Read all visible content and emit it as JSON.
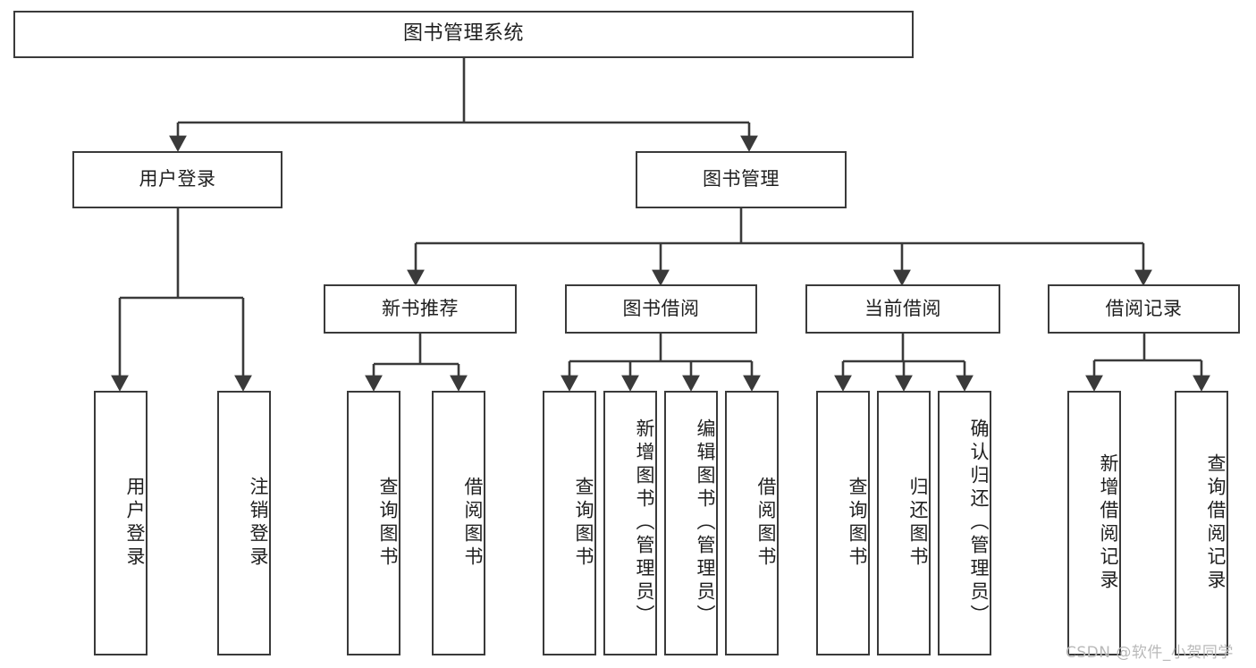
{
  "diagram": {
    "title": "图书管理系统",
    "type": "功能结构图",
    "root": {
      "label": "图书管理系统"
    },
    "level2": [
      {
        "label": "用户登录"
      },
      {
        "label": "图书管理"
      }
    ],
    "level3": [
      {
        "label": "新书推荐"
      },
      {
        "label": "图书借阅"
      },
      {
        "label": "当前借阅"
      },
      {
        "label": "借阅记录"
      }
    ],
    "leaves": {
      "user_login": [
        {
          "label": "用户登录"
        },
        {
          "label": "注销登录"
        }
      ],
      "new_book_recommend": [
        {
          "label": "查询图书"
        },
        {
          "label": "借阅图书"
        }
      ],
      "book_borrow": [
        {
          "label": "查询图书"
        },
        {
          "label": "新增图书（管理员）"
        },
        {
          "label": "编辑图书（管理员）"
        },
        {
          "label": "借阅图书"
        }
      ],
      "current_borrow": [
        {
          "label": "查询图书"
        },
        {
          "label": "归还图书"
        },
        {
          "label": "确认归还（管理员）"
        }
      ],
      "borrow_record": [
        {
          "label": "新增借阅记录"
        },
        {
          "label": "查询借阅记录"
        }
      ]
    }
  },
  "watermark": {
    "text": "CSDN @软件_小贺同学"
  },
  "colors": {
    "border": "#3a3a3a",
    "line": "#3a3a3a",
    "background": "#ffffff",
    "text": "#1f1f1f",
    "watermark": "#b9b9b9"
  }
}
